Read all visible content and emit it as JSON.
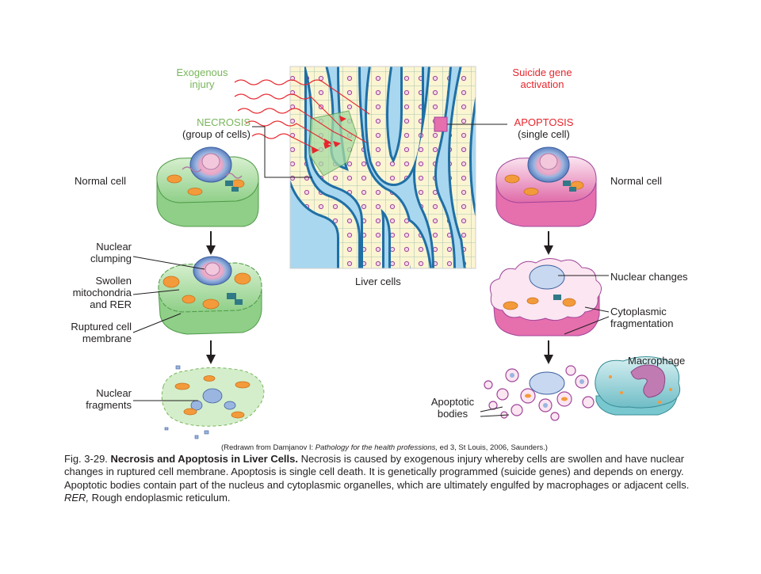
{
  "labels": {
    "exogenous_injury_line1": "Exogenous",
    "exogenous_injury_line2": "injury",
    "necrosis_title": "NECROSIS",
    "necrosis_sub": "(group of cells)",
    "suicide_line1": "Suicide gene",
    "suicide_line2": "activation",
    "apoptosis_title": "APOPTOSIS",
    "apoptosis_sub": "(single cell)",
    "normal_cell_left": "Normal cell",
    "normal_cell_right": "Normal cell",
    "liver_cells": "Liver cells",
    "nuclear_clumping_line1": "Nuclear",
    "nuclear_clumping_line2": "clumping",
    "swollen_line1": "Swollen",
    "swollen_line2": "mitochondria",
    "swollen_line3": "and RER",
    "ruptured_line1": "Ruptured cell",
    "ruptured_line2": "membrane",
    "nuclear_fragments_line1": "Nuclear",
    "nuclear_fragments_line2": "fragments",
    "nuclear_changes": "Nuclear changes",
    "cyto_frag_line1": "Cytoplasmic",
    "cyto_frag_line2": "fragmentation",
    "macrophage": "Macrophage",
    "apoptotic_line1": "Apoptotic",
    "apoptotic_line2": "bodies"
  },
  "credit": {
    "prefix": "(Redrawn from Damjanov I: ",
    "title": "Pathology for the health professions,",
    "suffix": " ed 3, St Louis, 2006, Saunders.)"
  },
  "caption": {
    "fig_label": "Fig. 3-29. ",
    "bold_title": "Necrosis and Apoptosis in Liver Cells.",
    "body": " Necrosis is caused by exogenous injury whereby cells are swollen and have nuclear changes in ruptured cell membrane. Apoptosis is single cell death. It is genetically programmed (suicide genes) and depends on energy. Apoptotic bodies contain part of the nucleus and cytoplasmic organelles, which are ultimately engulfed by macrophages or adjacent cells. ",
    "abbr": "RER,",
    "abbr_def": " Rough endoplasmic reticulum."
  },
  "colors": {
    "necrosis_green": "#7ab55c",
    "apoptosis_red": "#e8262d",
    "liver_blue": "#a9d7ef",
    "cord_outline": "#1f6fa5",
    "cell_cream": "#fbf5d2",
    "cell_green": "#a8dba0",
    "cell_pink": "#e66fae",
    "mitochondria_orange": "#f39a3b",
    "macrophage_teal": "#79c7cf"
  }
}
